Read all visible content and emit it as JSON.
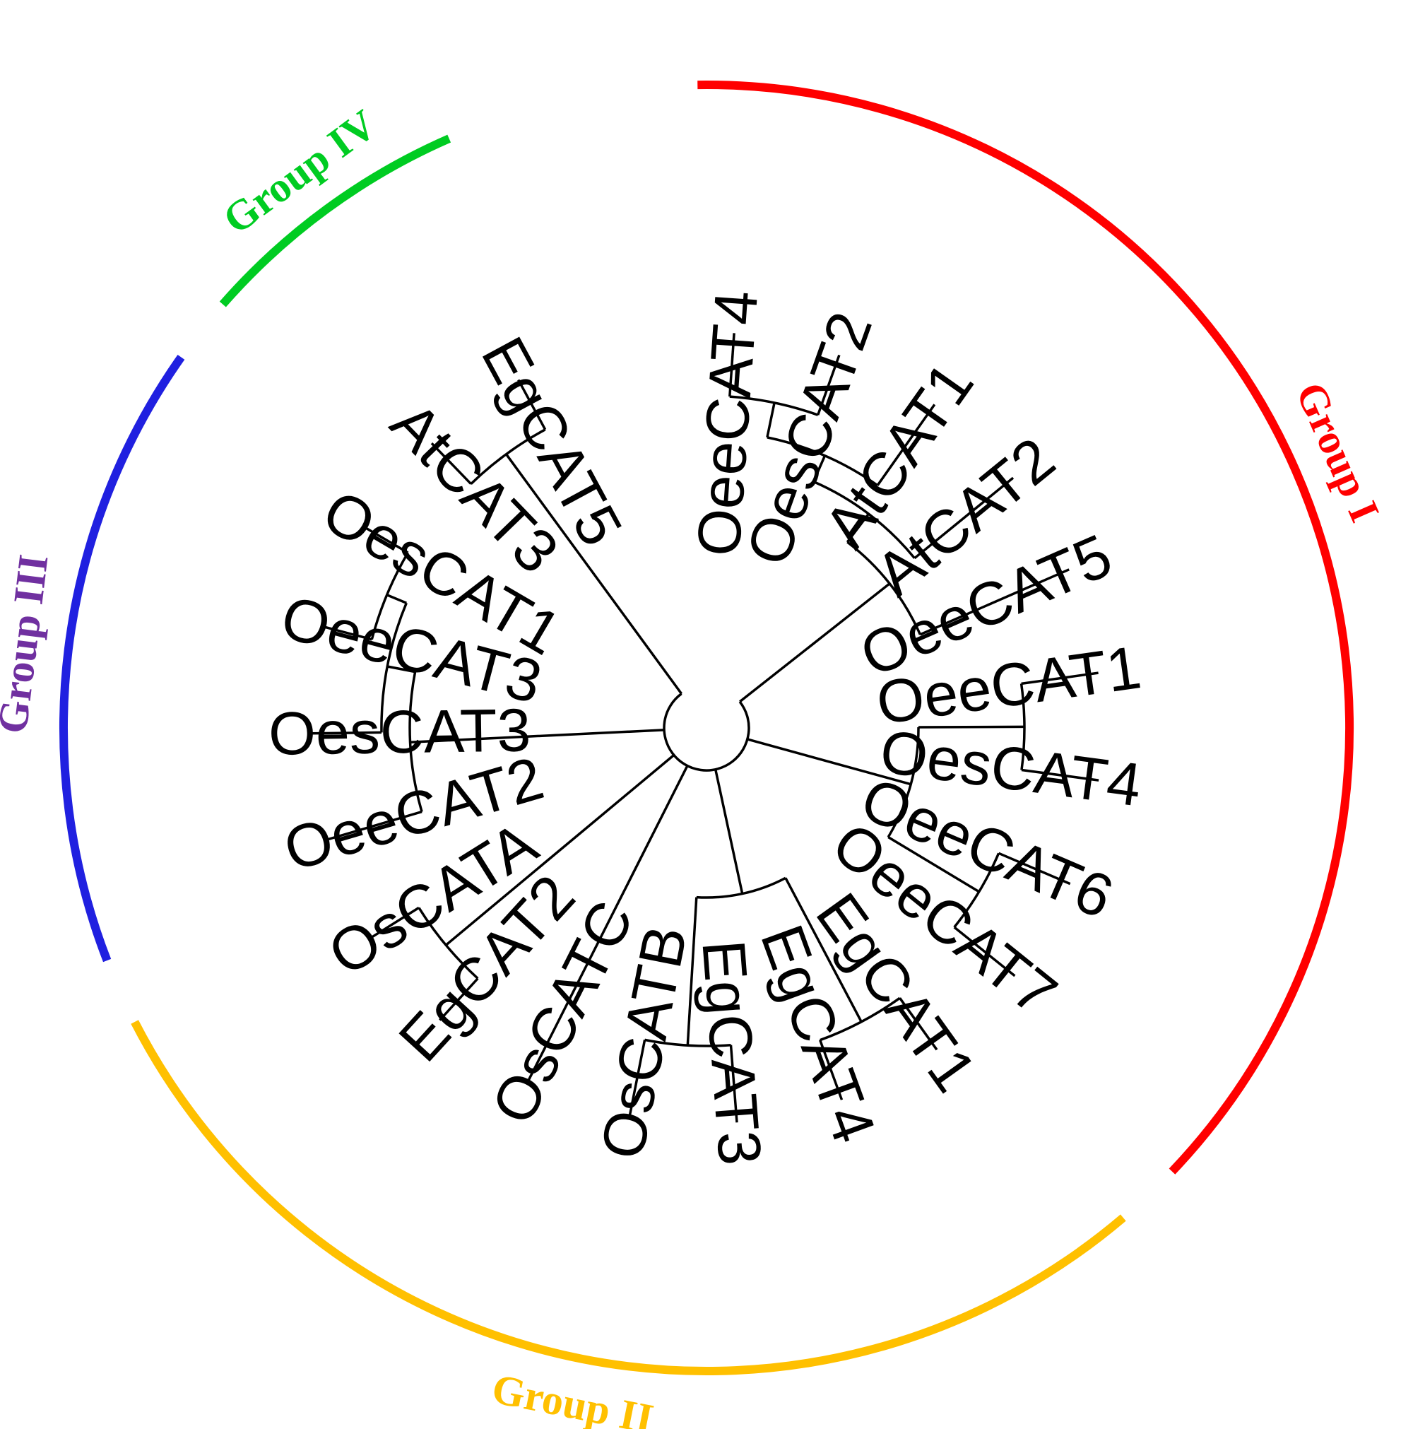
{
  "groups": [
    {
      "id": "g1",
      "label": "Group I",
      "color": "#ff0000"
    },
    {
      "id": "g2",
      "label": "Group II",
      "color": "#ffc000"
    },
    {
      "id": "g3",
      "label": "Group III",
      "color": "#7030a0",
      "arc_color": "#2020e0"
    },
    {
      "id": "g4",
      "label": "Group IV",
      "color": "#00cc22"
    }
  ],
  "leaves": [
    {
      "name": "OeeCAT4",
      "group": "g1"
    },
    {
      "name": "OesCAT2",
      "group": "g1"
    },
    {
      "name": "AtCAT1",
      "group": "g1"
    },
    {
      "name": "AtCAT2",
      "group": "g1"
    },
    {
      "name": "OeeCAT5",
      "group": "g1"
    },
    {
      "name": "OeeCAT1",
      "group": "g1"
    },
    {
      "name": "OesCAT4",
      "group": "g1"
    },
    {
      "name": "OeeCAT6",
      "group": "g1"
    },
    {
      "name": "OeeCAT7",
      "group": "g1"
    },
    {
      "name": "EgCAT1",
      "group": "g2"
    },
    {
      "name": "EgCAT4",
      "group": "g2"
    },
    {
      "name": "EgCAT3",
      "group": "g2"
    },
    {
      "name": "OsCATB",
      "group": "g2"
    },
    {
      "name": "OsCATC",
      "group": "g2"
    },
    {
      "name": "EgCAT2",
      "group": "g2"
    },
    {
      "name": "OsCATA",
      "group": "g2"
    },
    {
      "name": "OeeCAT2",
      "group": "g3"
    },
    {
      "name": "OesCAT3",
      "group": "g3"
    },
    {
      "name": "OeeCAT3",
      "group": "g3"
    },
    {
      "name": "OesCAT1",
      "group": "g3"
    },
    {
      "name": "AtCAT3",
      "group": "g4"
    },
    {
      "name": "EgCAT5",
      "group": "g4"
    }
  ]
}
